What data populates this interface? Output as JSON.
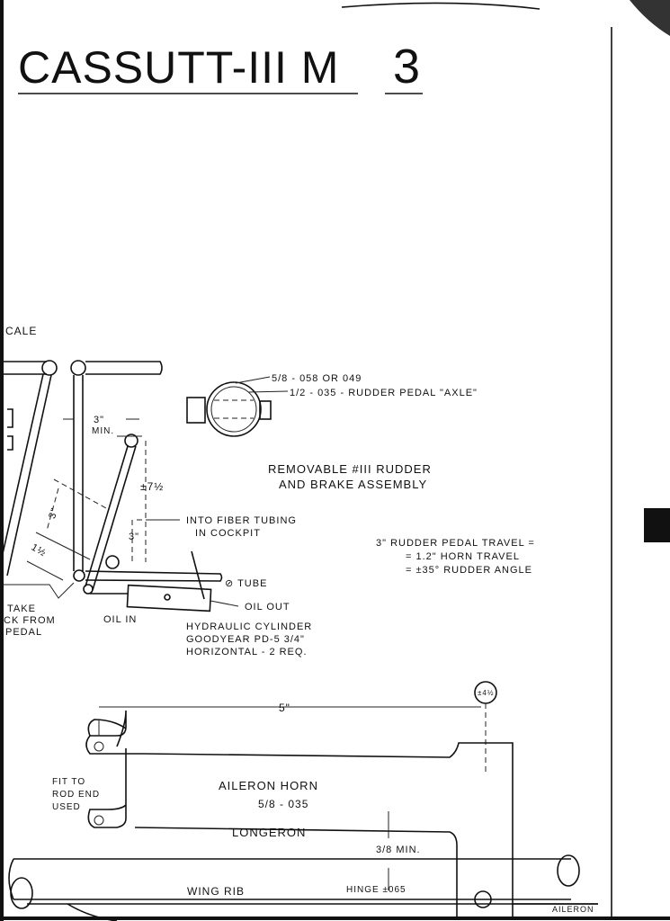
{
  "title": {
    "name": "CASSUTT-III M",
    "sheet": "3"
  },
  "scale_label": "CALE",
  "rudder_assembly": {
    "tube_outer": "5/8 - 058 OR 049",
    "tube_inner": "1/2 - 035 - RUDDER PEDAL \"AXLE\"",
    "caption_line1": "REMOVABLE #III RUDDER",
    "caption_line2": "AND BRAKE ASSEMBLY",
    "dim_3_min": "3\"",
    "dim_min": "MIN.",
    "dim_pm_7_5": "±7½",
    "dim_3a": "3\"",
    "dim_3b": "3\"",
    "dim_1_5": "1½",
    "fiber_tubing_1": "INTO FIBER TUBING",
    "fiber_tubing_2": "IN COCKPIT",
    "tube": "⊘ TUBE",
    "oil_out": "OIL OUT",
    "oil_in": "OIL IN",
    "cylinder_1": "HYDRAULIC CYLINDER",
    "cylinder_2": "GOODYEAR PD-5 3/4\"",
    "cylinder_3": "HORIZONTAL - 2 REQ.",
    "take_1": "TAKE",
    "take_2": "CK FROM",
    "take_3": "PEDAL",
    "travel_1": "3\" RUDDER PEDAL TRAVEL =",
    "travel_2": "= 1.2\" HORN TRAVEL",
    "travel_3": "= ±35° RUDDER ANGLE"
  },
  "aileron_horn": {
    "dim_5": "5\"",
    "bubble": "±4½",
    "label": "AILERON HORN",
    "spec": "5/8 - 035",
    "fit_1": "FIT TO",
    "fit_2": "ROD END",
    "fit_3": "USED",
    "min_gap": "3/8 MIN.",
    "longeron": "LONGERON",
    "wing_rib": "WING RIB",
    "hinge": "HINGE ±065",
    "aileron": "AILERON"
  }
}
